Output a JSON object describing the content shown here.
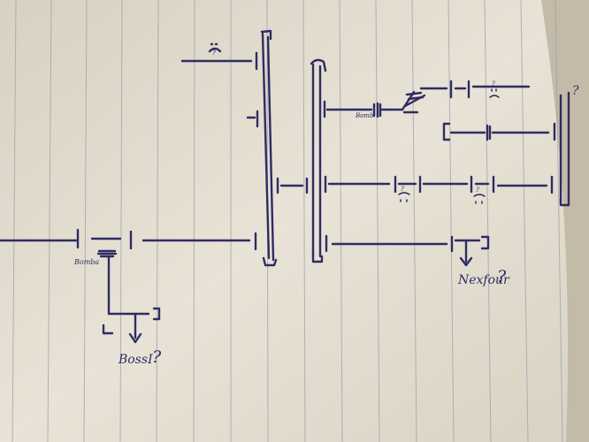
{
  "labels": {
    "bomba_left": "Bomba",
    "bomba_top": "Bomb",
    "boss_one": "BossI",
    "boss_question": "?",
    "nexfour": "Nexfour",
    "nexfour_question": "?",
    "top_marker_a": "?",
    "mid_marker_a": "?",
    "mid_marker_b": "?",
    "right_question": "?",
    "top_right_marker": "?"
  },
  "colors": {
    "ink": "#2f2c63",
    "paper": "#e6e0d2",
    "rule_line": "#9c9fae"
  }
}
